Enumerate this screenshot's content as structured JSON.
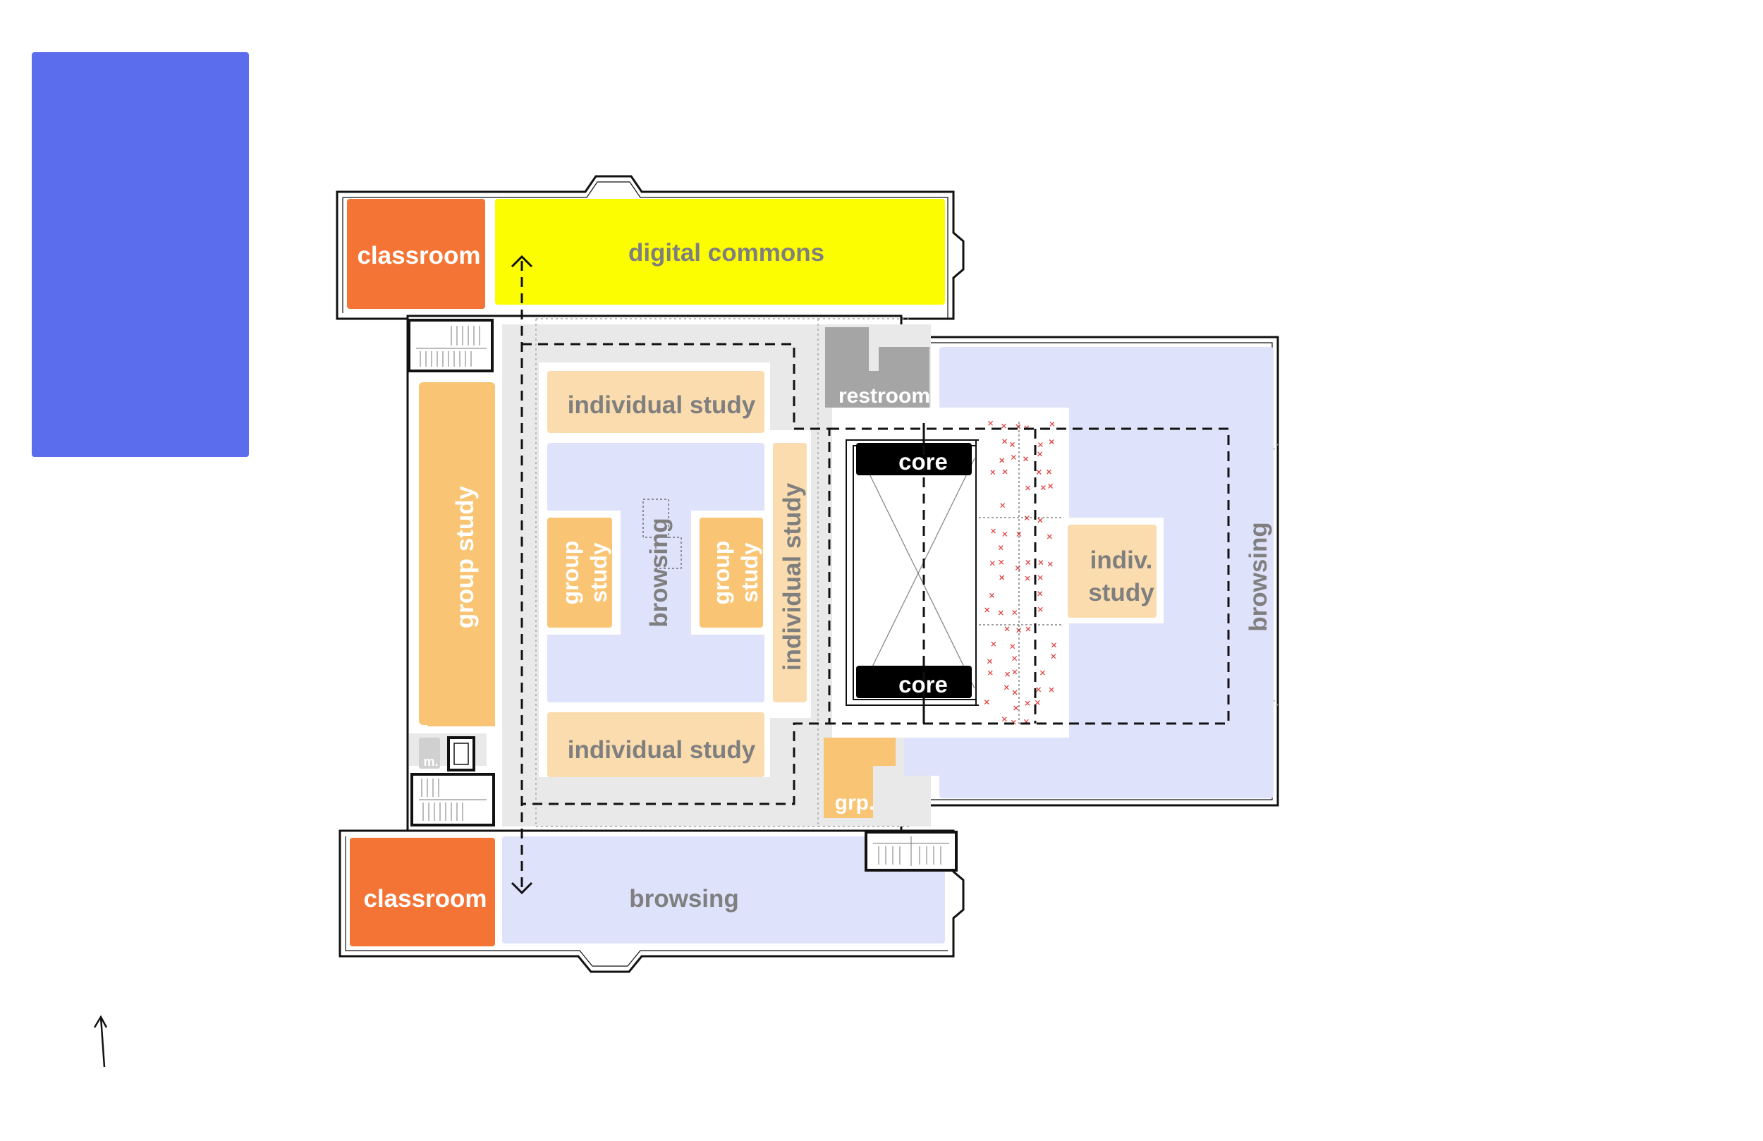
{
  "legend_swatch": {
    "color": "#5b6cec"
  },
  "north_arrow": {
    "icon": "north-arrow-icon"
  },
  "colors": {
    "classroom": "#f47435",
    "digital_commons": "#fdfd02",
    "group_study": "#f9c473",
    "individual_study": "#fbdcae",
    "browsing": "#dfe2fb",
    "restroom": "#a5a5a5",
    "core": "#000000",
    "circulation": "#e8e8e8",
    "label_gray": "#7f7f7f",
    "label_white": "#ffffff",
    "hatch_red": "#e04040"
  },
  "rooms": {
    "classroom_top": "classroom",
    "classroom_bottom": "classroom",
    "digital_commons": "digital commons",
    "group_study_left": "group study",
    "individual_study_top": "individual study",
    "individual_study_bottom": "individual study",
    "individual_study_vertical": "individual study",
    "group_study_small_left_1": "group",
    "group_study_small_left_2": "study",
    "group_study_small_right_1": "group",
    "group_study_small_right_2": "study",
    "browsing_center": "browsing",
    "browsing_right": "browsing",
    "browsing_bottom": "browsing",
    "restroom": "restroom",
    "core_top": "core",
    "core_bottom": "core",
    "indiv_study_1": "indiv.",
    "indiv_study_2": "study",
    "grp": "grp.",
    "m": "m."
  }
}
